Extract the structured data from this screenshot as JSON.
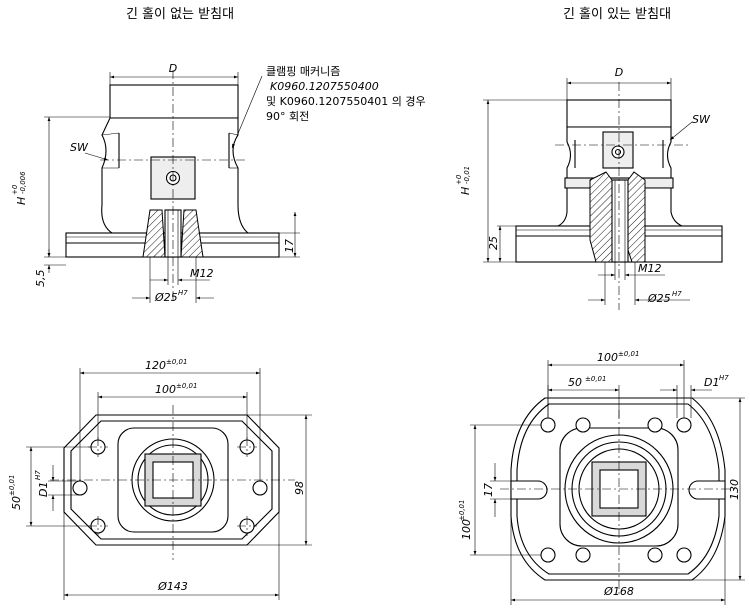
{
  "titles": {
    "left": "긴 홀이 없는 받침대",
    "right": "긴 홀이 있는 받침대"
  },
  "left_side": {
    "d": "D",
    "sw": "SW",
    "h": "H",
    "h_tol_upper": "+0",
    "h_tol_lower": "-0,006",
    "dim_17": "17",
    "dim_5_5": "5,5",
    "m12": "M12",
    "dia25": "Ø25",
    "dia25_tol": "H7"
  },
  "note": {
    "line1": "클램핑 매커니즘",
    "line2": "K0960.1207550400",
    "line3": "및  K0960.1207550401 의 경우",
    "line4": "90° 회전"
  },
  "right_side": {
    "d": "D",
    "sw": "SW",
    "h": "H",
    "h_tol_upper": "+0",
    "h_tol_lower": "-0,01",
    "dim_25": "25",
    "m12": "M12",
    "dia25": "Ø25",
    "dia25_tol": "H7"
  },
  "left_top": {
    "dim_120": "120",
    "dim_120_tol": "±0,01",
    "dim_100": "100",
    "dim_100_tol": "±0,01",
    "dim_50": "50",
    "dim_50_tol": "±0,01",
    "d1": "D1",
    "d1_tol": "H7",
    "dim_98": "98",
    "dia143": "Ø143"
  },
  "right_top": {
    "dim_100": "100",
    "dim_100_tol": "±0,01",
    "dim_50": "50",
    "dim_50_tol": "±0,01",
    "d1": "D1",
    "d1_tol": "H7",
    "dim_100v": "100",
    "dim_100v_tol": "±0,01",
    "dim_17": "17",
    "dim_130": "130",
    "dia168": "Ø168"
  }
}
